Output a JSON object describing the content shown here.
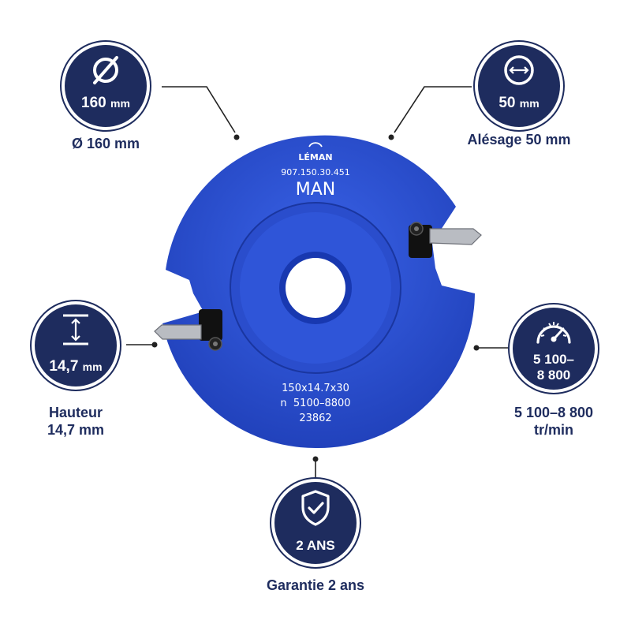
{
  "colors": {
    "navy": "#1e2c5e",
    "disc_blue": "#2b4fd0",
    "white": "#ffffff"
  },
  "product": {
    "brand": "LÉMAN",
    "reference": "907.150.30.451",
    "model": "MAN",
    "spec_line_1": "150x14.7x30",
    "spec_line_2": "n  5100–8800",
    "spec_line_3": "23862"
  },
  "badges": {
    "diameter": {
      "icon": "diameter-icon",
      "value": "160",
      "unit": "mm",
      "caption": "Ø 160 mm"
    },
    "bore": {
      "icon": "bore-arrows-icon",
      "value": "50",
      "unit": "mm",
      "caption": "Alésage 50 mm"
    },
    "height": {
      "icon": "height-arrows-icon",
      "value": "14,7",
      "unit": "mm",
      "caption_line_1": "Hauteur",
      "caption_line_2": "14,7 mm"
    },
    "speed": {
      "icon": "speedometer-icon",
      "value_line_1": "5 100–",
      "value_line_2": "8 800",
      "caption_line_1": "5 100–8 800",
      "caption_line_2": "tr/min"
    },
    "warranty": {
      "icon": "shield-check-icon",
      "value": "2 ANS",
      "caption": "Garantie 2 ans"
    }
  }
}
